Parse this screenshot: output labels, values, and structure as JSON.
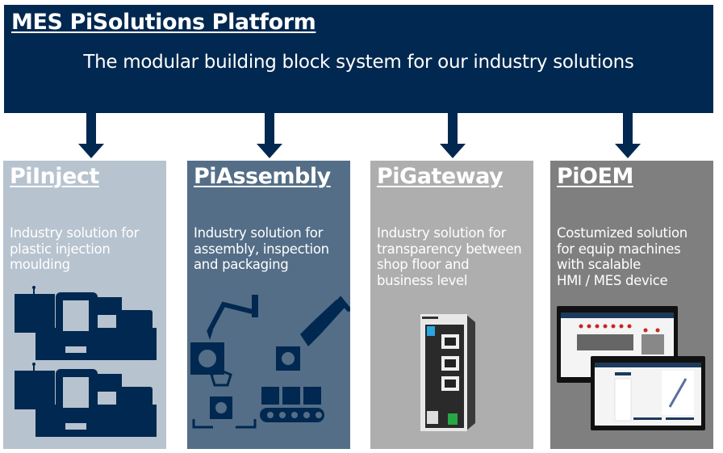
{
  "header": {
    "title": "MES PiSolutions Platform",
    "subtitle": "The modular building block system for our industry solutions"
  },
  "colors": {
    "navy": "#012850",
    "pi_inject_bg": "#B7C3CF",
    "pi_assembly_bg": "#546E87",
    "pi_gateway_bg": "#AEAEAE",
    "pi_oem_bg": "#7F7F7F"
  },
  "panels": [
    {
      "id": "piinject",
      "title": "PiInject",
      "desc_lines": [
        "Industry solution for",
        "plastic injection",
        "moulding"
      ],
      "illustration": "injection-molding-machines"
    },
    {
      "id": "piassembly",
      "title": "PiAssembly",
      "desc_lines": [
        "Industry solution for",
        "assembly, inspection",
        "and packaging"
      ],
      "illustration": "assembly-robots-conveyor"
    },
    {
      "id": "pigateway",
      "title": "PiGateway",
      "desc_lines": [
        "Industry solution for",
        "transparency between",
        "shop floor and",
        "business level"
      ],
      "illustration": "gateway-device"
    },
    {
      "id": "pioem",
      "title": "PiOEM",
      "desc_lines": [
        "Costumized solution",
        "for equip machines",
        "with scalable",
        "HMI / MES device"
      ],
      "illustration": "hmi-panels"
    }
  ]
}
